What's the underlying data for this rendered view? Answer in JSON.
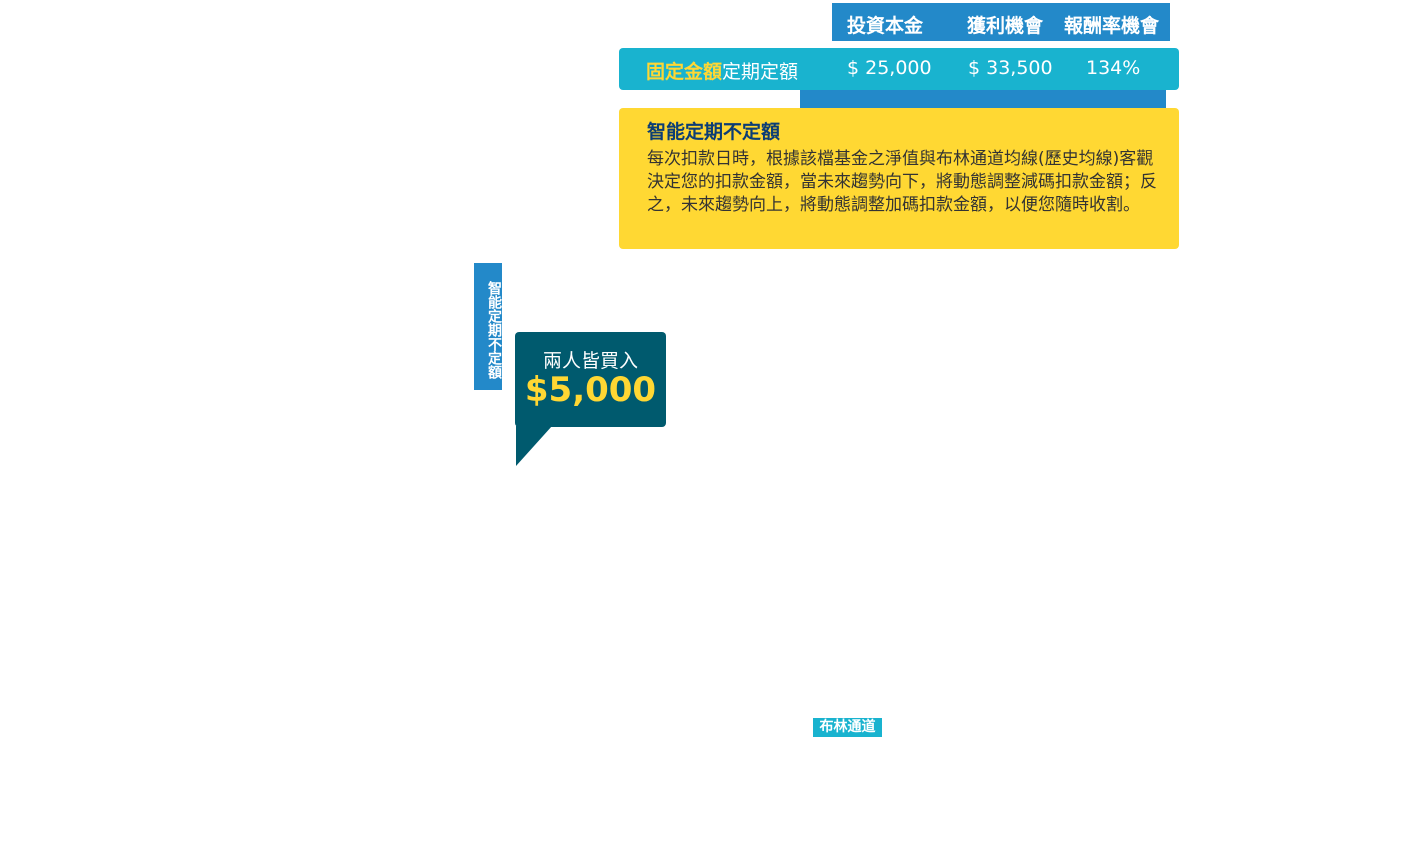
{
  "table": {
    "headers": [
      "投資本金",
      "獲利機會",
      "報酬率機會"
    ],
    "row": {
      "label_highlight": "固定金額",
      "label_rest": "定期定額",
      "principal": "$ 25,000",
      "profit": "$ 33,500",
      "return_rate": "134%"
    }
  },
  "smart": {
    "title": "智能定期不定額",
    "description": "每次扣款日時，根據該檔基金之淨值與布林通道均線(歷史均線)客觀決定您的扣款金額，當未來趨勢向下，將動態調整減碼扣款金額；反之，未來趨勢向上，將動態調整加碼扣款金額，以便您隨時收割。"
  },
  "vertical_label": "智能定期不定額",
  "bubble": {
    "text": "兩人皆買入",
    "amount": "$5,000"
  },
  "bollinger_tag": "布林通道"
}
